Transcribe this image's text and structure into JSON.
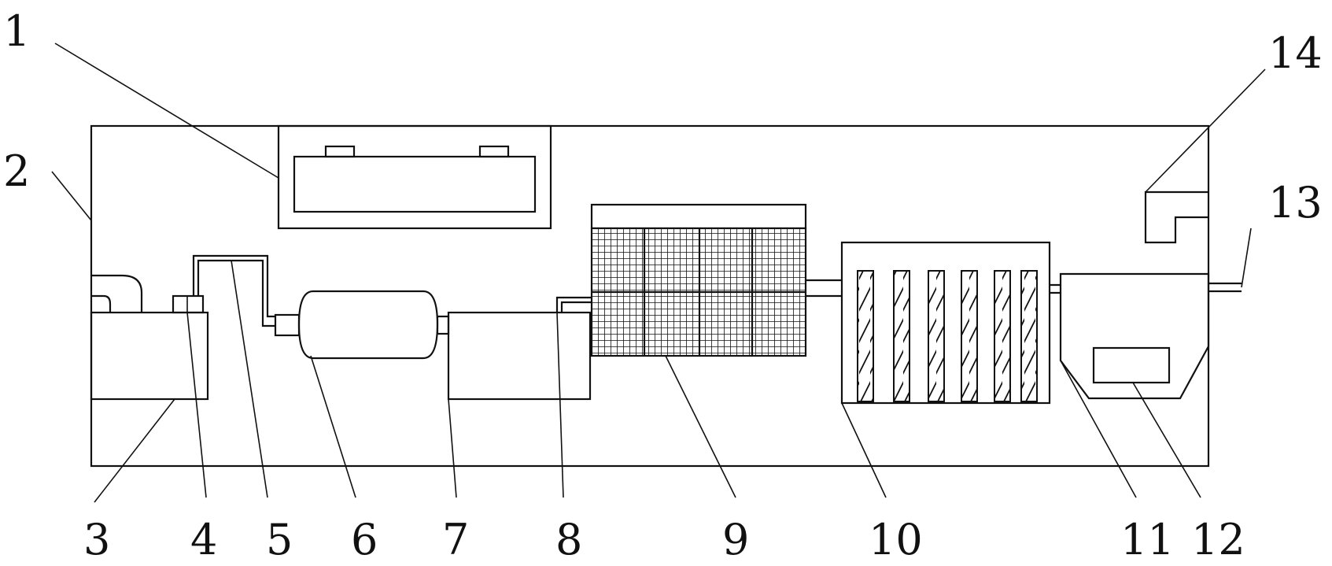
{
  "labels": {
    "l1": "1",
    "l2": "2",
    "l3": "3",
    "l4": "4",
    "l5": "5",
    "l6": "6",
    "l7": "7",
    "l8": "8",
    "l9": "9",
    "l10": "10",
    "l11": "11",
    "l12": "12",
    "l13": "13",
    "l14": "14"
  },
  "colors": {
    "line": "#111111",
    "background": "#ffffff"
  }
}
